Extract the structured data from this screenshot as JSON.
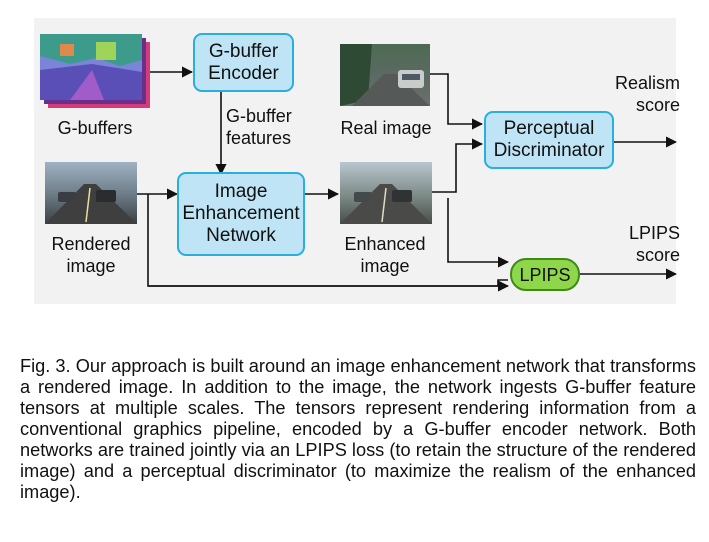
{
  "nodes": {
    "gbuffer_encoder": "G-buffer\nEncoder",
    "image_enhancement_network": "Image\nEnhancement\nNetwork",
    "perceptual_discriminator": "Perceptual\nDiscriminator",
    "lpips": "LPIPS"
  },
  "labels": {
    "gbuffers": "G-buffers",
    "gbuffer_features": "G-buffer\nfeatures",
    "real_image": "Real image",
    "rendered_image": "Rendered\nimage",
    "enhanced_image": "Enhanced\nimage",
    "realism_score": "Realism\nscore",
    "lpips_score": "LPIPS\nscore"
  },
  "caption": "Fig. 3. Our approach is built around an image enhancement network that transforms a rendered image. In addition to the image, the network ingests G-buffer feature tensors at multiple scales. The tensors represent rendering information from a conventional graphics pipeline, encoded by a G-buffer encoder network. Both networks are trained jointly via an LPIPS loss (to retain the structure of the rendered image) and a perceptual discriminator (to maximize the realism of the enhanced image).",
  "colors": {
    "box_fill": "#bfe4f5",
    "box_border": "#29aee0",
    "lpips_fill": "#8ed64a",
    "lpips_border": "#3d8a1a",
    "panel_bg": "#f2f2f2"
  }
}
